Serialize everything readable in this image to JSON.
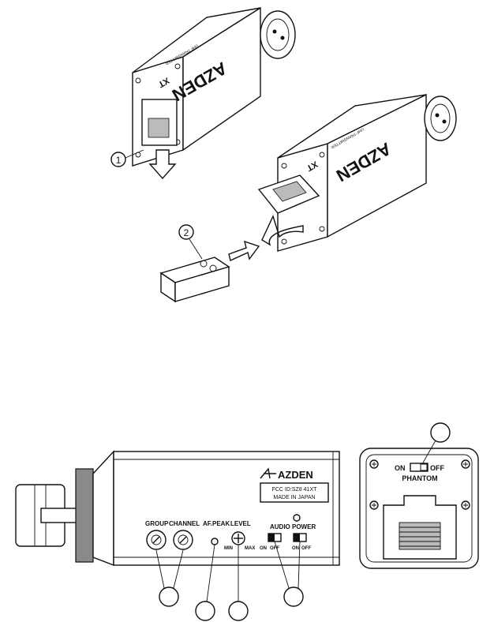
{
  "figure": {
    "brand": "AZDEN",
    "model": "XT",
    "body_fine_print": "UHF TRANSMITTER",
    "fcc_line1": "FCC ID:SZ8 41XT",
    "fcc_line2": "MADE IN JAPAN"
  },
  "steps": {
    "step1": "1",
    "step2": "2"
  },
  "panel": {
    "group": "GROUP",
    "channel": "CHANNEL",
    "afpeak": "AF.PEAK",
    "level": "LEVEL",
    "min": "MIN",
    "max": "MAX",
    "audio": "AUDIO",
    "power": "POWER",
    "audio_on": "ON",
    "audio_off": "OFF",
    "power_on": "ON",
    "power_off": "OFF"
  },
  "phantom": {
    "on": "ON",
    "off": "OFF",
    "label": "PHANTOM"
  }
}
